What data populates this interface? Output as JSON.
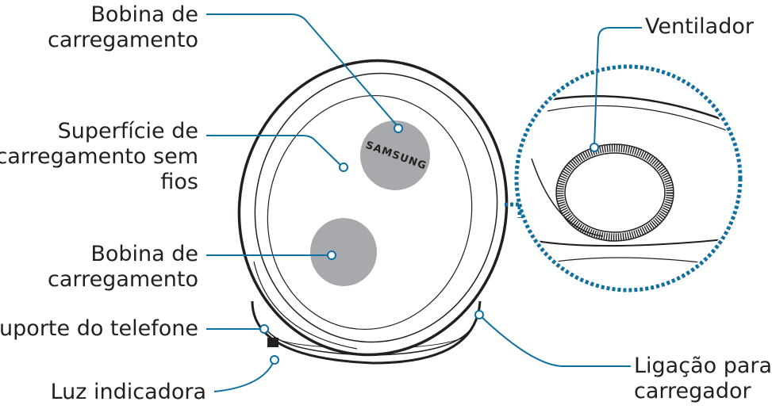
{
  "diagram": {
    "brand_text": "SAMSUNG",
    "line_color": "#0e6fa0",
    "labels": {
      "coil_top": [
        "Bobina de",
        "carregamento"
      ],
      "surface": [
        "Superfície de",
        "carregamento sem",
        "fios"
      ],
      "coil_bottom": [
        "Bobina de",
        "carregamento"
      ],
      "phone_support": [
        "Suporte do telefone"
      ],
      "indicator_light": [
        "Luz indicadora"
      ],
      "fan": [
        "Ventilador"
      ],
      "charger_port": [
        "Ligação para",
        "carregador"
      ]
    }
  }
}
